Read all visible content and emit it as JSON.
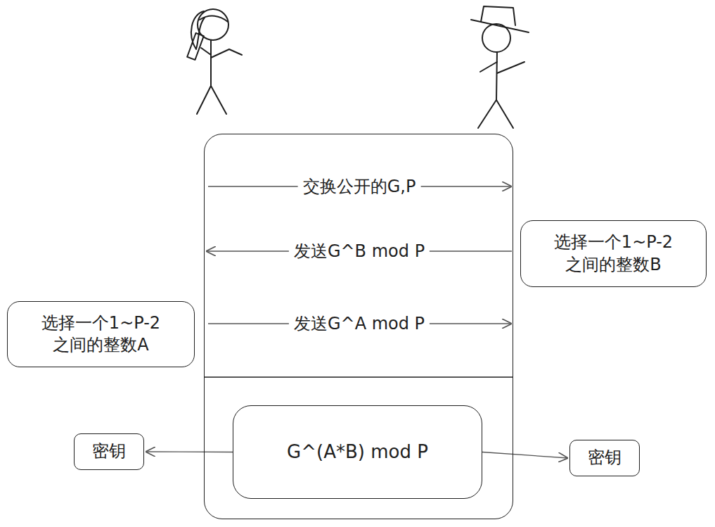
{
  "diagram": {
    "nodes": [
      {
        "text": [
          "交换公开的G,P",
          "发送G^B mod P",
          "发送G^A mod P"
        ]
      },
      {
        "text": [
          "选择一个1~P-2 之间的整数B"
        ]
      },
      {
        "text": [
          "选择一个1~P-2 之间的整数A"
        ]
      },
      {
        "text": [
          "G^(A*B) mod P"
        ],
        "in": 0
      },
      {
        "text": [
          "密钥"
        ]
      },
      {
        "text": [
          "密钥"
        ]
      }
    ],
    "edges": [
      {
        "from": 3,
        "to": 4,
        "arrow": "to"
      },
      {
        "from": 3,
        "to": 5,
        "arrow": "to"
      }
    ]
  }
}
